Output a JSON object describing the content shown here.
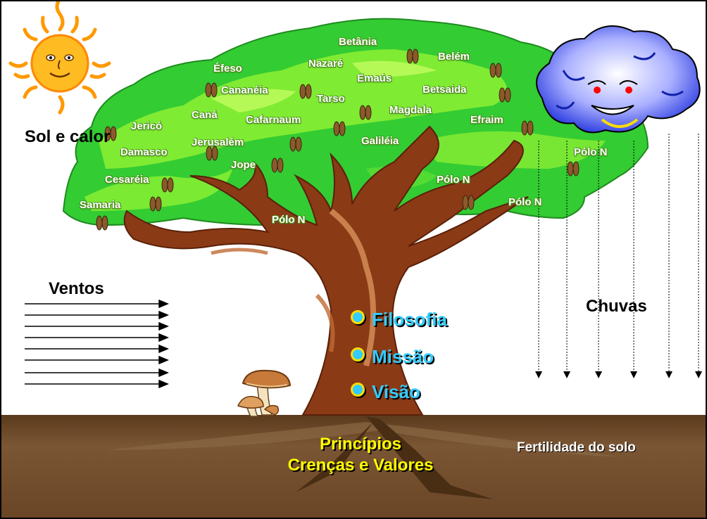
{
  "colors": {
    "foliage": "#33cc33",
    "foliage_light": "#88ee33",
    "trunk": "#8b3a16",
    "soil": "#6e4a28",
    "sky": "#ffffff",
    "core_text": "#33ccff",
    "root_text": "#ffff00"
  },
  "icons": [
    "sun-icon",
    "storm-cloud-icon",
    "mushroom-icon",
    "wind-arrow-icon",
    "rain-arrow-icon",
    "fruit-icon"
  ],
  "elements": {
    "sun": "Sol e calor",
    "winds": "Ventos",
    "rain": "Chuvas",
    "soil": "Fertilidade do solo"
  },
  "trunk_items": [
    "Filosofia",
    "Missão",
    "Visão"
  ],
  "roots": [
    "Princípios",
    "Crenças e Valores"
  ],
  "cities": [
    "Betânia",
    "Belém",
    "Éfeso",
    "Nazaré",
    "Emaús",
    "Cananéia",
    "Tarso",
    "Betsaida",
    "Magdala",
    "Caná",
    "Cafarnaum",
    "Efraim",
    "Jericó",
    "Jerusalém",
    "Galiléia",
    "Damasco",
    "Jope",
    "Pólo N",
    "Cesaréia",
    "Pólo N",
    "Samaria",
    "Pólo N",
    "Pólo N"
  ]
}
